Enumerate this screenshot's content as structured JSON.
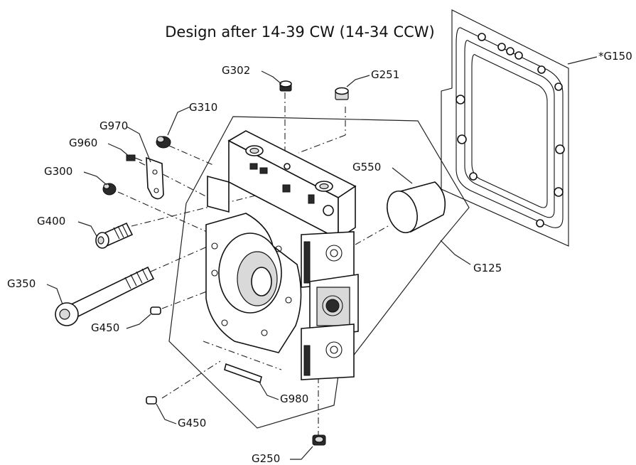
{
  "title": "Design after 14-39 CW (14-34 CCW)",
  "labels": {
    "g150": "*G150",
    "g302": "G302",
    "g251": "G251",
    "g310": "G310",
    "g970": "G970",
    "g960": "G960",
    "g300": "G300",
    "g550": "G550",
    "g400": "G400",
    "g125": "G125",
    "g350": "G350",
    "g450_upper": "G450",
    "g980": "G980",
    "g450_lower": "G450",
    "g250": "G250"
  }
}
